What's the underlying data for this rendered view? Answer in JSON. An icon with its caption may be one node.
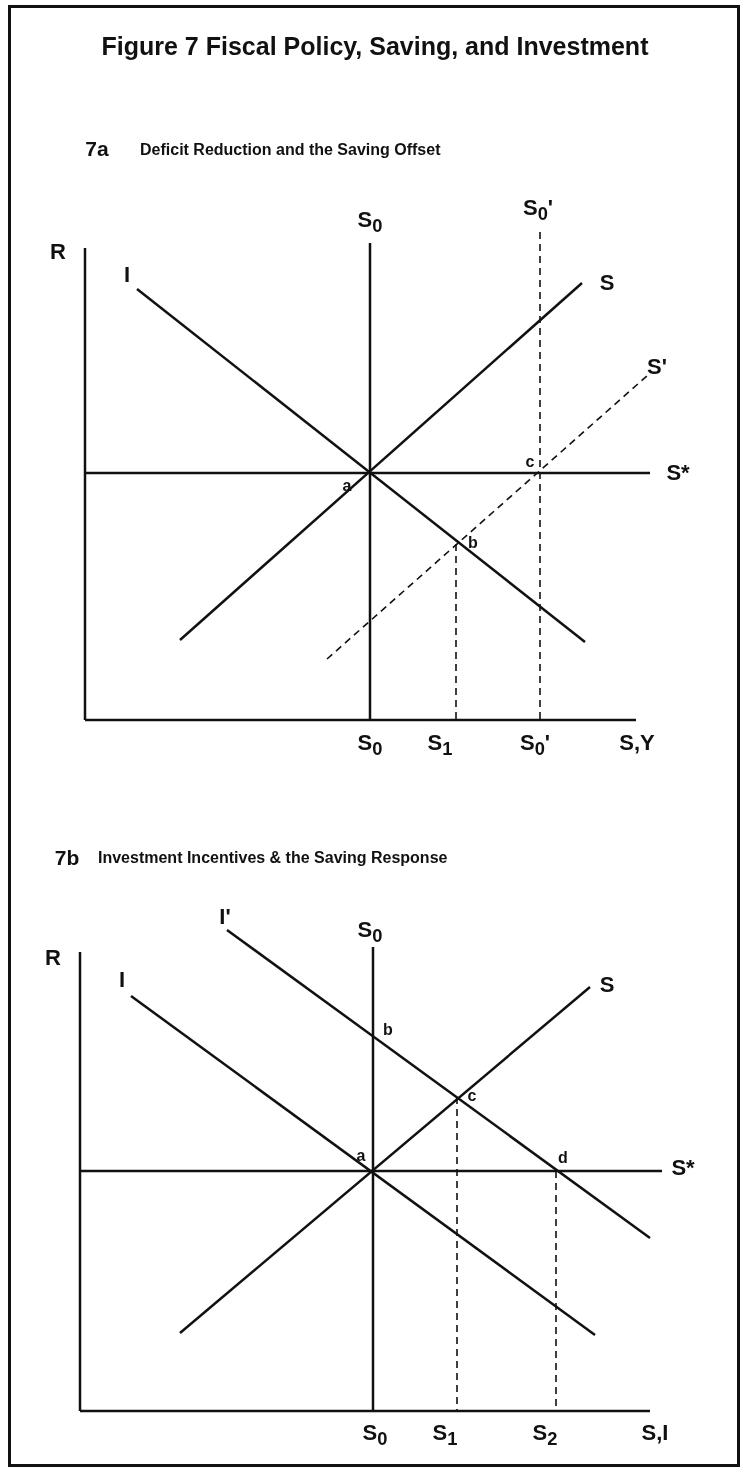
{
  "diagram": {
    "title": "Figure 7 Fiscal Policy, Saving, and Investment",
    "labels": [
      "7a",
      "Deficit Reduction and the Saving Offset",
      "S$_{0}$",
      "S$_{0}$'",
      "R",
      "I",
      "S",
      "S'",
      "c",
      "S*",
      "a",
      "b",
      "S$_{0}$",
      "S$_{1}$",
      "S$_{0}$'",
      "S,Y",
      "7b",
      "Investment Incentives & the Saving Response",
      "I'",
      "S$_{0}$",
      "R",
      "I",
      "S",
      "b",
      "c",
      "a",
      "d",
      "S*",
      "S$_{0}$",
      "S$_{1}$",
      "S$_{2}$",
      "S,I"
    ]
  }
}
